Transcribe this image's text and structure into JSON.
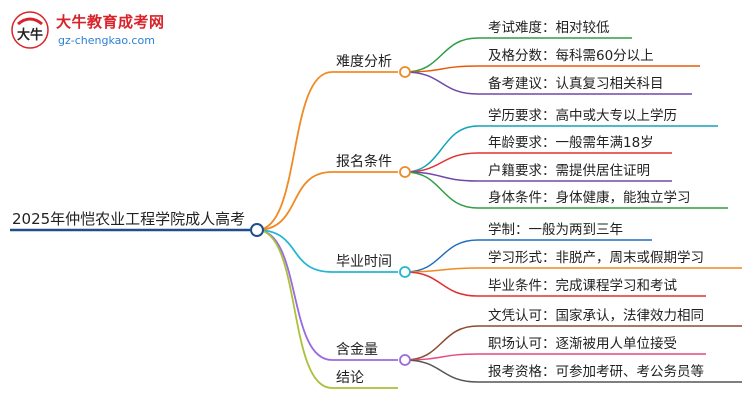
{
  "brand": {
    "name": "大牛教育成考网",
    "url": "gz-chengkao.com",
    "mark_text": "大牛",
    "title_color": "#d8232a",
    "url_color": "#2d7fd4"
  },
  "root": {
    "label": "2025年仲恺农业工程学院成人高考",
    "color": "#1f4e8c"
  },
  "branches": [
    {
      "label": "难度分析",
      "color": "#f08a24",
      "leaves": [
        {
          "text": "考试难度：相对较低",
          "color": "#2f9e44"
        },
        {
          "text": "及格分数：每科需60分以上",
          "color": "#e8590c"
        },
        {
          "text": "备考建议：认真复习相关科目",
          "color": "#7048a8"
        }
      ]
    },
    {
      "label": "报名条件",
      "color": "#f08a24",
      "leaves": [
        {
          "text": "学历要求：高中或大专以上学历",
          "color": "#12a4b8"
        },
        {
          "text": "年龄要求：一般需年满18岁",
          "color": "#e03131"
        },
        {
          "text": "户籍要求：需提供居住证明",
          "color": "#7048a8"
        },
        {
          "text": "身体条件：身体健康，能独立学习",
          "color": "#2f9e44"
        }
      ]
    },
    {
      "label": "毕业时间",
      "color": "#22b8cf",
      "leaves": [
        {
          "text": "学制：一般为两到三年",
          "color": "#1f6fbf"
        },
        {
          "text": "学习形式：非脱产，周末或假期学习",
          "color": "#f08a24"
        },
        {
          "text": "毕业条件：完成课程学习和考试",
          "color": "#e03131"
        }
      ]
    },
    {
      "label": "含金量",
      "color": "#9c6ade",
      "leaves": [
        {
          "text": "文凭认可：国家承认，法律效力相同",
          "color": "#8a4b2f"
        },
        {
          "text": "职场认可：逐渐被用人单位接受",
          "color": "#e64980"
        },
        {
          "text": "报考资格：可参加考研、考公务员等",
          "color": "#555555"
        }
      ]
    },
    {
      "label": "结论",
      "color": "#a8c23a",
      "leaves": []
    }
  ]
}
